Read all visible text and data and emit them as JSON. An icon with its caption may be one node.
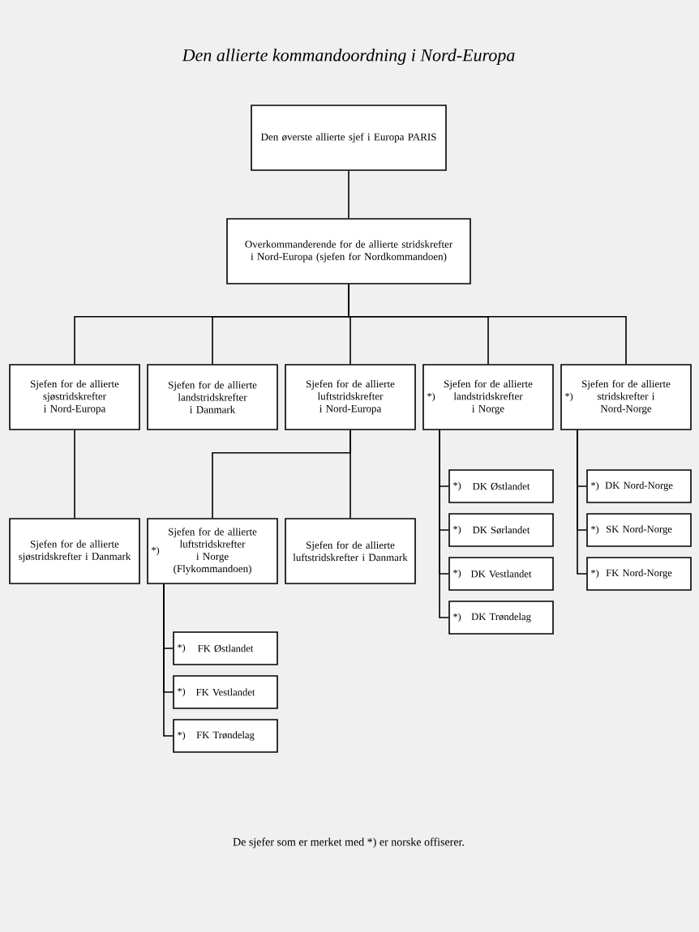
{
  "diagram": {
    "title": "Den allierte kommandoordning i Nord-Europa",
    "caption": "De sjefer som er merket med *) er norske offiserer.",
    "nodes": [
      {
        "text": [
          "Den øverste allierte sjef i Europa PARIS"
        ]
      },
      {
        "text": [
          "Overkommanderende for de allierte stridskrefter i Nord-Europa (sjefen for Nordkommandoen)"
        ]
      },
      {
        "text": [
          "Sjefen for de allierte sjøstridskrefter i Nord-Europa"
        ]
      },
      {
        "text": [
          "Sjefen for de allierte landstridskrefter i Danmark"
        ]
      },
      {
        "text": [
          "Sjefen for de allierte luftstridskrefter i Nord-Europa"
        ]
      },
      {
        "text": [
          "*)",
          "Sjefen for de allierte landstridskrefter i Norge"
        ]
      },
      {
        "text": [
          "*)",
          "Sjefen for de allierte stridskrefter i Nord-Norge"
        ]
      },
      {
        "text": [
          "Sjefen for de allierte sjøstridskrefter i Danmark"
        ]
      },
      {
        "text": [
          "*)",
          "Sjefen for de allierte luftstridskrefter i Norge (Flykommandoen)"
        ]
      },
      {
        "text": [
          "Sjefen for de allierte luftstridskrefter i Danmark"
        ]
      },
      {
        "text": [
          "*)",
          "FK Østlandet"
        ]
      },
      {
        "text": [
          "*)",
          "FK Vestlandet"
        ]
      },
      {
        "text": [
          "*)",
          "FK Trøndelag"
        ]
      },
      {
        "text": [
          "*)",
          "DK Østlandet"
        ]
      },
      {
        "text": [
          "*)",
          "DK Sørlandet"
        ]
      },
      {
        "text": [
          "*)",
          "DK Vestlandet"
        ]
      },
      {
        "text": [
          "*)",
          "DK Trøndelag"
        ]
      },
      {
        "text": [
          "*)",
          "DK Nord-Norge"
        ]
      },
      {
        "text": [
          "*)",
          "SK Nord-Norge"
        ]
      },
      {
        "text": [
          "*)",
          "FK Nord-Norge"
        ]
      }
    ],
    "edges": [
      {
        "from": 0,
        "to": 1,
        "arrow": "none"
      },
      {
        "from": 1,
        "to": 2,
        "arrow": "none"
      },
      {
        "from": 1,
        "to": 3,
        "arrow": "none"
      },
      {
        "from": 1,
        "to": 4,
        "arrow": "none"
      },
      {
        "from": 1,
        "to": 5,
        "arrow": "none"
      },
      {
        "from": 1,
        "to": 6,
        "arrow": "none"
      },
      {
        "from": 2,
        "to": 7,
        "arrow": "none"
      },
      {
        "from": 4,
        "to": 8,
        "arrow": "none"
      },
      {
        "from": 4,
        "to": 9,
        "arrow": "none"
      },
      {
        "from": 8,
        "to": 10,
        "arrow": "none"
      },
      {
        "from": 8,
        "to": 11,
        "arrow": "none"
      },
      {
        "from": 8,
        "to": 12,
        "arrow": "none"
      },
      {
        "from": 5,
        "to": 13,
        "arrow": "none"
      },
      {
        "from": 5,
        "to": 14,
        "arrow": "none"
      },
      {
        "from": 5,
        "to": 15,
        "arrow": "none"
      },
      {
        "from": 5,
        "to": 16,
        "arrow": "none"
      },
      {
        "from": 6,
        "to": 17,
        "arrow": "none"
      },
      {
        "from": 6,
        "to": 18,
        "arrow": "none"
      },
      {
        "from": 6,
        "to": 19,
        "arrow": "none"
      }
    ]
  }
}
